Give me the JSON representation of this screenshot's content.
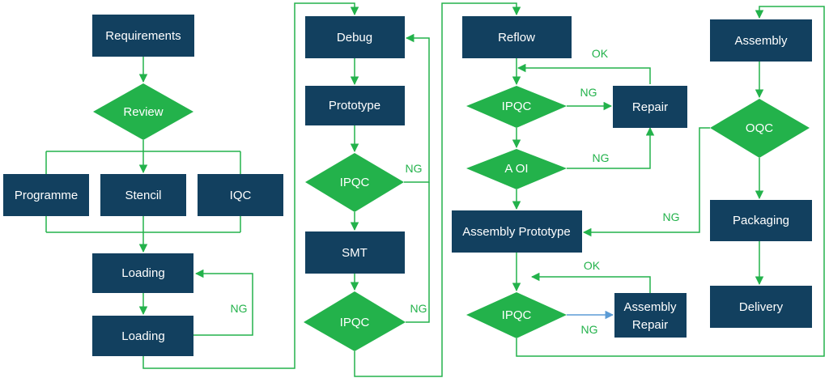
{
  "colors": {
    "box": "#12405f",
    "decision": "#23b24b",
    "connector": "#23b24b",
    "connector_blue": "#5b9bd5",
    "label_text": "#23b24b",
    "node_text": "#ffffff"
  },
  "nodes": {
    "requirements": "Requirements",
    "review": "Review",
    "programme": "Programme",
    "stencil": "Stencil",
    "iqc": "IQC",
    "loading1": "Loading",
    "loading2": "Loading",
    "debug": "Debug",
    "prototype": "Prototype",
    "ipqc1": "IPQC",
    "smt": "SMT",
    "ipqc2": "IPQC",
    "reflow": "Reflow",
    "ipqc3": "IPQC",
    "repair": "Repair",
    "aoi": "A OI",
    "assembly_prototype": "Assembly Prototype",
    "ipqc4": "IPQC",
    "assembly_repair_line1": "Assembly",
    "assembly_repair_line2": "Repair",
    "assembly": "Assembly",
    "oqc": "OQC",
    "packaging": "Packaging",
    "delivery": "Delivery"
  },
  "edge_labels": {
    "ng_loading": "NG",
    "ng_ipqc1": "NG",
    "ng_ipqc2": "NG",
    "ok_reflow": "OK",
    "ng_ipqc3": "NG",
    "ng_aoi": "NG",
    "ok_assembly": "OK",
    "ng_ipqc4": "NG",
    "ng_oqc": "NG"
  }
}
